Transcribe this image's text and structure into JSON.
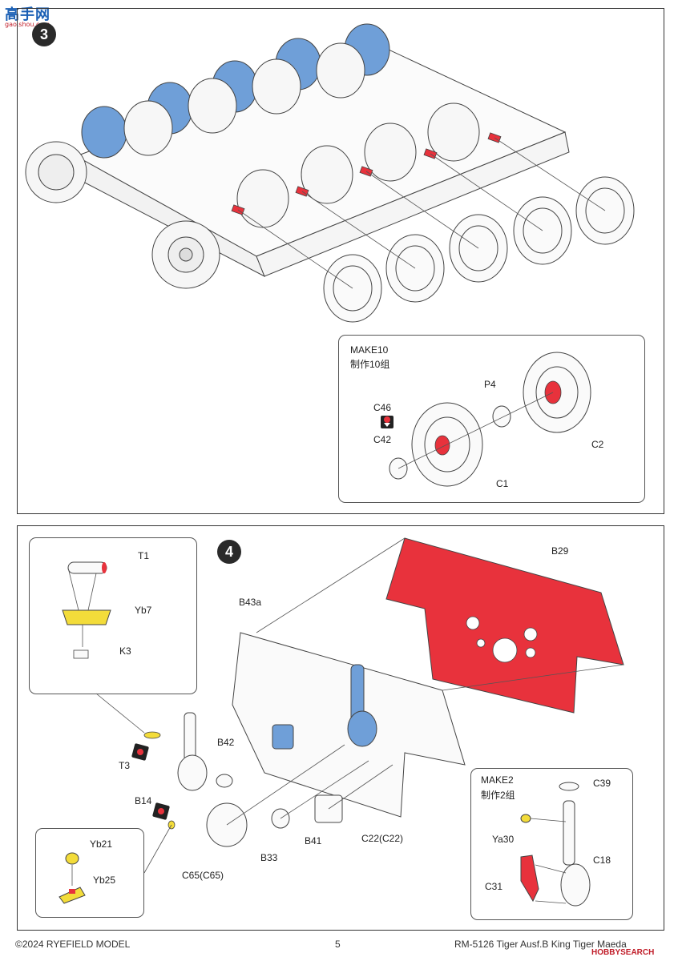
{
  "watermark": {
    "chars": "高手网",
    "url": "gao.shou.com"
  },
  "step3": {
    "number": "3",
    "make_box": {
      "title": "MAKE10",
      "title_cn": "制作10组",
      "parts": {
        "c46": "C46",
        "c42": "C42",
        "p4": "P4",
        "c2": "C2",
        "c1": "C1"
      }
    }
  },
  "step4": {
    "number": "4",
    "parts": {
      "b29": "B29",
      "b43a": "B43a",
      "b42": "B42",
      "b33": "B33",
      "b41": "B41",
      "c22": "C22(C22)",
      "c65": "C65(C65)",
      "t3": "T3",
      "b14": "B14"
    },
    "inset_top": {
      "t1": "T1",
      "yb7": "Yb7",
      "k3": "K3"
    },
    "inset_bottom": {
      "yb21": "Yb21",
      "yb25": "Yb25"
    },
    "make_box": {
      "title": "MAKE2",
      "title_cn": "制作2组",
      "parts": {
        "c39": "C39",
        "ya30": "Ya30",
        "c18": "C18",
        "c31": "C31"
      }
    }
  },
  "footer": {
    "copyright": "©2024 RYEFIELD MODEL",
    "page": "5",
    "product": "RM-5126 Tiger Ausf.B King Tiger Maeda",
    "site_logo": "HOBBYSEARCH"
  },
  "colors": {
    "blue_part": "#6f9fd8",
    "red_part": "#e8323c",
    "yellow_part": "#f3dc3a",
    "line": "#444444"
  }
}
